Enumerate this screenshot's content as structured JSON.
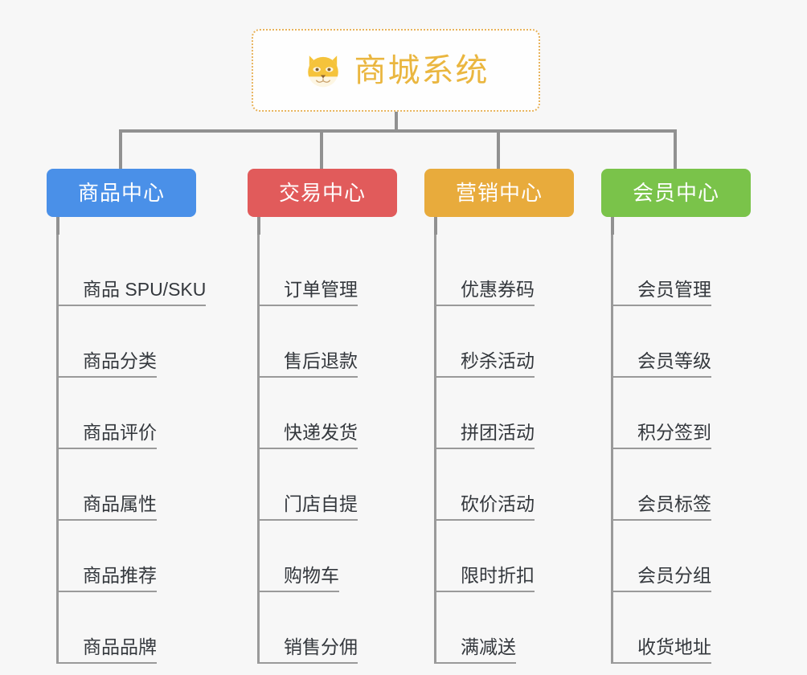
{
  "background_color": "#f7f7f7",
  "root": {
    "title": "商城系统",
    "emoji_icon": "dog-face-icon",
    "border_color": "#e8b35c",
    "text_color": "#eab63f"
  },
  "connector_color": "#919191",
  "branches": [
    {
      "label": "商品中心",
      "color": "#4a90e8",
      "items": [
        "商品 SPU/SKU",
        "商品分类",
        "商品评价",
        "商品属性",
        "商品推荐",
        "商品品牌"
      ]
    },
    {
      "label": "交易中心",
      "color": "#e15b5b",
      "items": [
        "订单管理",
        "售后退款",
        "快递发货",
        "门店自提",
        "购物车",
        "销售分佣"
      ]
    },
    {
      "label": "营销中心",
      "color": "#e8ab3c",
      "items": [
        "优惠券码",
        "秒杀活动",
        "拼团活动",
        "砍价活动",
        "限时折扣",
        "满减送"
      ]
    },
    {
      "label": "会员中心",
      "color": "#7ac34a",
      "items": [
        "会员管理",
        "会员等级",
        "积分签到",
        "会员标签",
        "会员分组",
        "收货地址"
      ]
    }
  ]
}
